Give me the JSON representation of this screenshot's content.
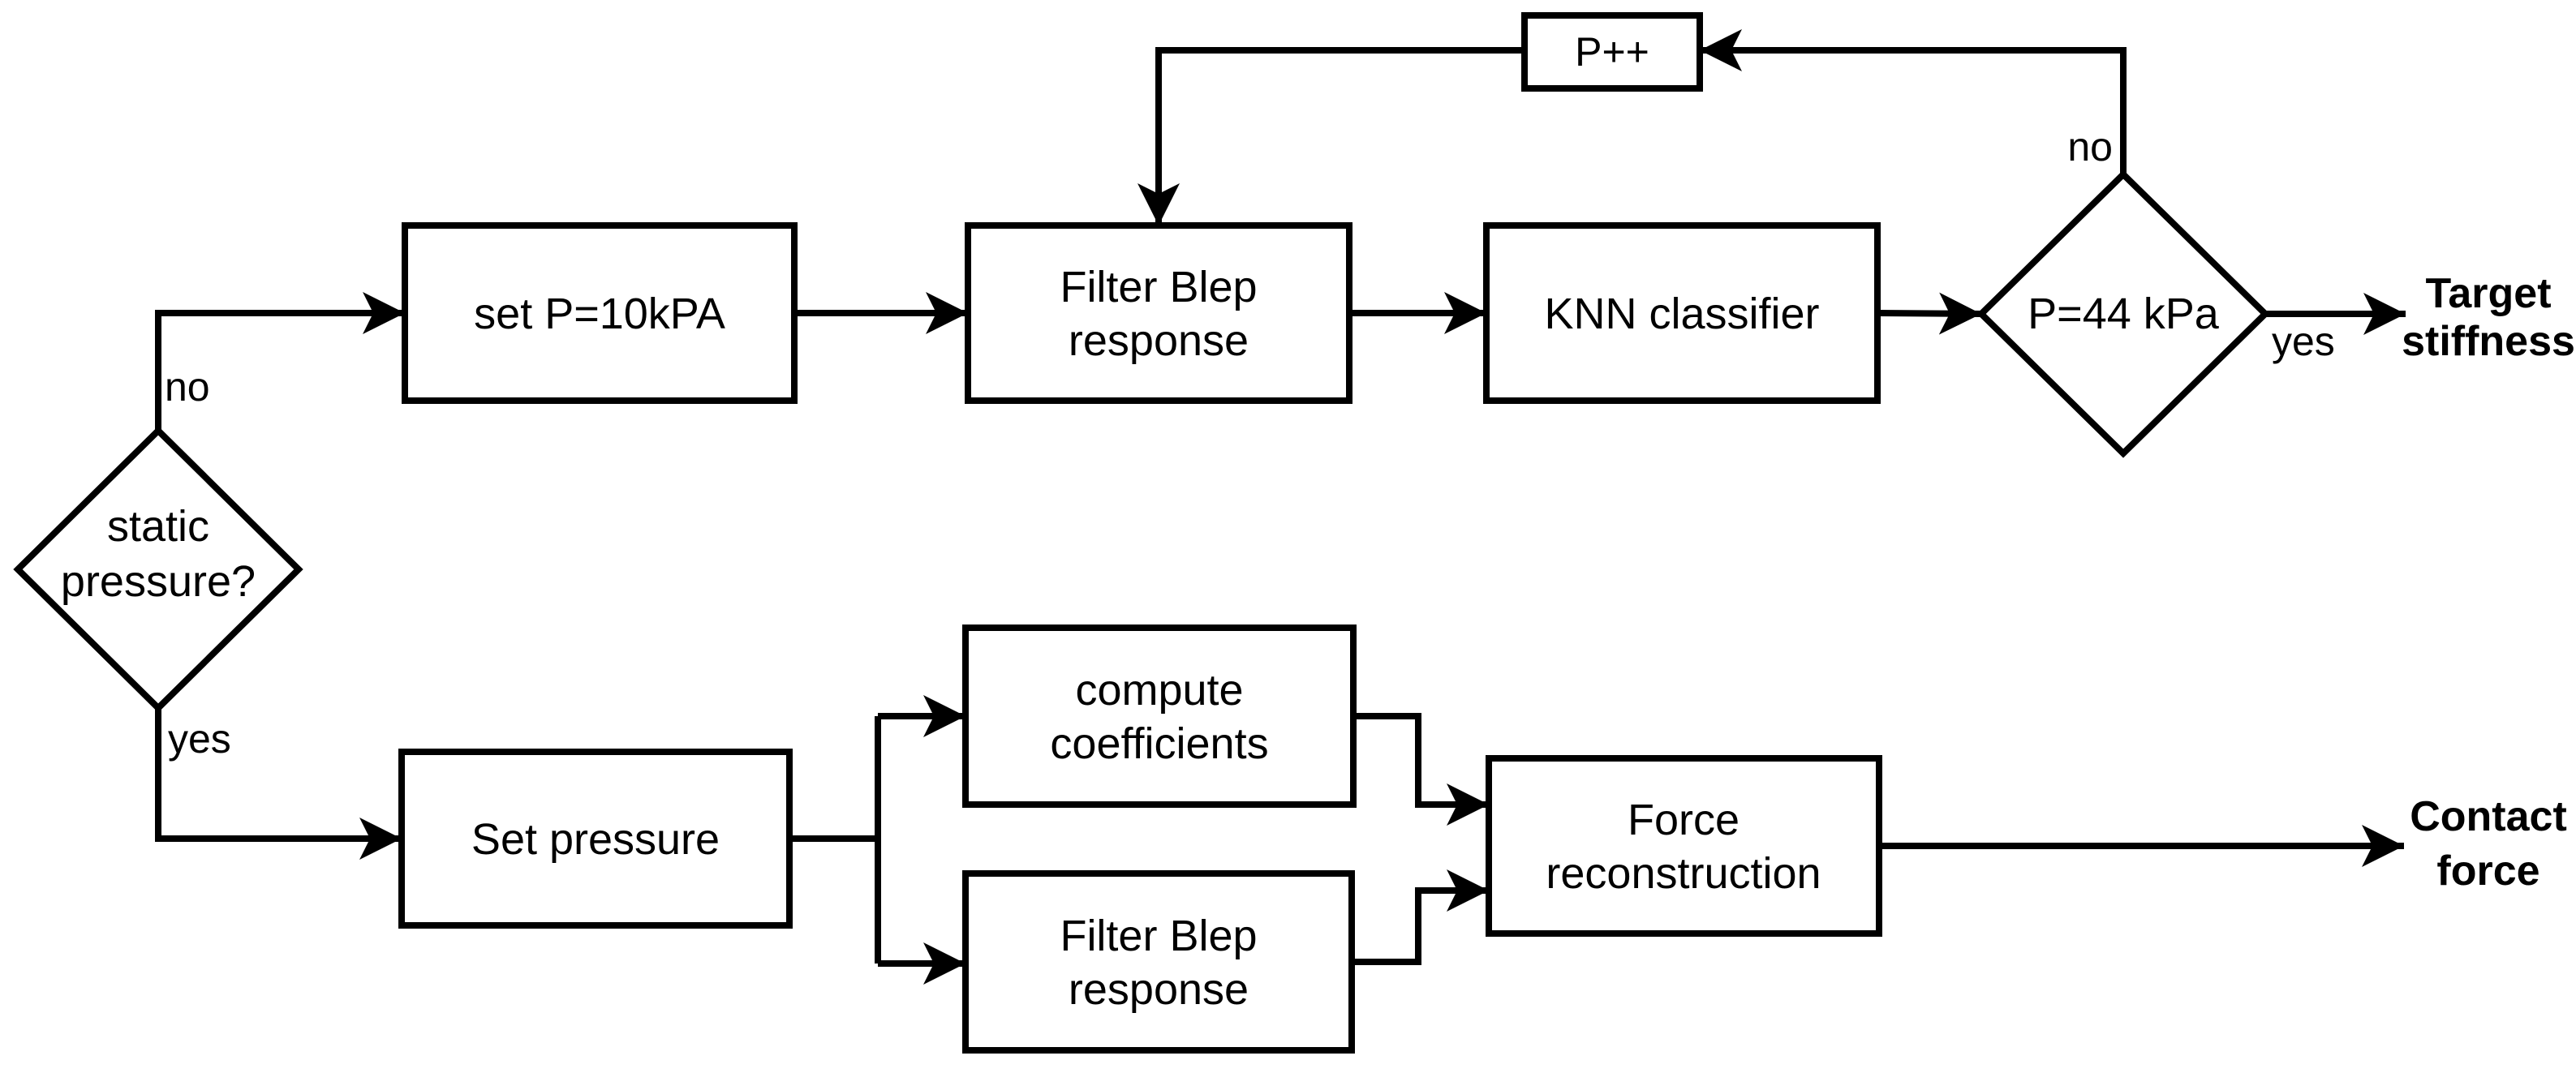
{
  "colors": {
    "background": "#ffffff",
    "stroke": "#000000",
    "text": "#000000"
  },
  "nodes": {
    "static_decision": {
      "line1": "static",
      "line2": "pressure?"
    },
    "set_p10": {
      "label": "set P=10kPA"
    },
    "filter_blep_top": {
      "line1": "Filter Blep",
      "line2": "response"
    },
    "knn": {
      "label": "KNN classifier"
    },
    "p44_decision": {
      "label": "P=44 kPa"
    },
    "p_increment": {
      "label": "P++"
    },
    "set_pressure": {
      "label": "Set pressure"
    },
    "compute_coefficients": {
      "line1": "compute",
      "line2": "coefficients"
    },
    "filter_blep_bottom": {
      "line1": "Filter Blep",
      "line2": "response"
    },
    "force_reconstruction": {
      "line1": "Force",
      "line2": "reconstruction"
    }
  },
  "edge_labels": {
    "static_no": "no",
    "static_yes": "yes",
    "p44_no": "no",
    "p44_yes": "yes"
  },
  "outputs": {
    "target_stiffness": {
      "line1": "Target",
      "line2": "stiffness"
    },
    "contact_force": {
      "line1": "Contact",
      "line2": "force"
    }
  }
}
